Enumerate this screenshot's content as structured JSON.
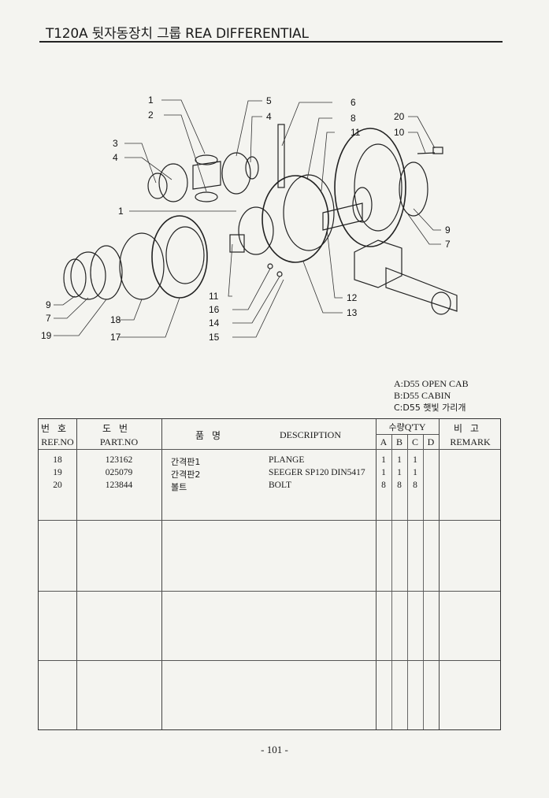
{
  "header": {
    "title": "T120A 뒷자동장치 그룹 REA DIFFERENTIAL"
  },
  "diagram": {
    "callouts": [
      "1",
      "2",
      "3",
      "4",
      "1",
      "5",
      "4",
      "6",
      "8",
      "11",
      "20",
      "10",
      "9",
      "7",
      "9",
      "7",
      "19",
      "18",
      "17",
      "11",
      "16",
      "14",
      "15",
      "12",
      "13"
    ]
  },
  "notes": {
    "lines": [
      "A:D55 OPEN CAB",
      "B:D55 CABIN",
      "C:D55 햇빛 가리개"
    ]
  },
  "table": {
    "headers": {
      "ref_ko": "번호",
      "ref_en": "REF.NO",
      "part_ko": "도번",
      "part_en": "PART.NO",
      "name_ko": "품명",
      "desc": "DESCRIPTION",
      "qty_ko": "수량",
      "qty_en": "Q'TY",
      "qty_cols": [
        "A",
        "B",
        "C",
        "D"
      ],
      "remark_ko": "비고",
      "remark_en": "REMARK"
    },
    "rows": [
      {
        "ref": "18",
        "part": "123162",
        "name_ko": "간격판1",
        "desc": "PLANGE",
        "a": "1",
        "b": "1",
        "c": "1",
        "d": ""
      },
      {
        "ref": "19",
        "part": "025079",
        "name_ko": "간격판2",
        "desc": "SEEGER SP120 DIN5417",
        "a": "1",
        "b": "1",
        "c": "1",
        "d": ""
      },
      {
        "ref": "20",
        "part": "123844",
        "name_ko": "볼트",
        "desc": "BOLT",
        "a": "8",
        "b": "8",
        "c": "8",
        "d": ""
      }
    ]
  },
  "footer": {
    "page_number": "- 101 -"
  }
}
